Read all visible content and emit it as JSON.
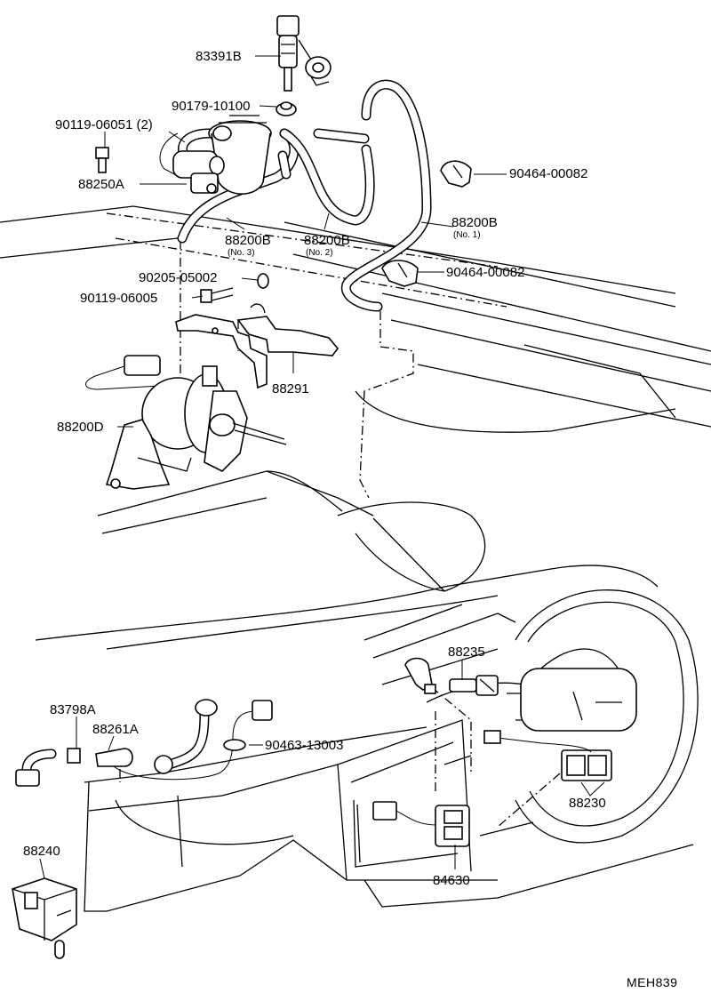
{
  "diagram": {
    "labels": {
      "p83391B": "83391B",
      "p90179": "90179-10100",
      "p90119a": "90119-06051 (2)",
      "p88250A": "88250A",
      "p90464a": "90464-00082",
      "p88200B_1": "88200B",
      "p88200B_1_sub": "(No. 1)",
      "p88200B_3": "88200B",
      "p88200B_3_sub": "(No. 3)",
      "p88200B_2": "88200B",
      "p88200B_2_sub": "(No. 2)",
      "p90464b": "90464-00082",
      "p90205": "90205-05002",
      "p90119b": "90119-06005",
      "p88291": "88291",
      "p88200D": "88200D",
      "p88235": "88235",
      "p83798A": "83798A",
      "p88261A": "88261A",
      "p90463": "90463-13003",
      "p88240": "88240",
      "p88230": "88230",
      "p84630": "84630"
    },
    "figure_code": "MEH839"
  }
}
